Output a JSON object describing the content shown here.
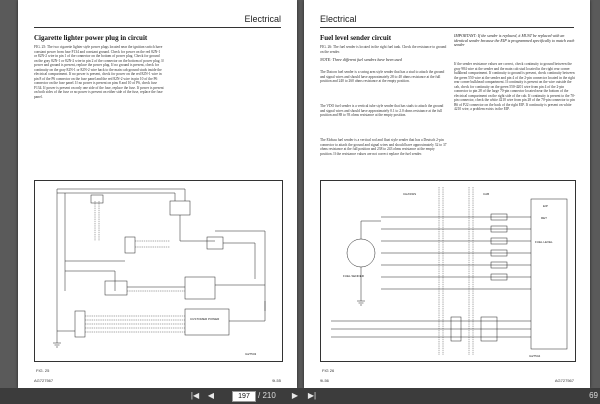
{
  "left_page": {
    "header": "Electrical",
    "title": "Cigarette lighter power plug in circuit",
    "body": "FIG. 25: The two cigarette lighter style power plugs located near the ignition switch have constant power from fuse F134 and constant ground. Check for power on the red 82N-1 or 82N-2 wire in pin 1 of the connector on the bottom of power plug. Check for ground on the gray 82N-1 or 82N-2 wire in pin 2 of the connector on the bottom of power plug. If power and ground is present, replace the power plug. If no ground is present, check for continuity on the gray 82N-1 or 82N-2 wire back to the main cab ground studs inside the electrical compartment. If no power is present, check for power on the red 82N-1 wire in pin 8 of the P6 connector on the fuse panel and the red 82N-2 wire in pin 10 of the P6 connector on the fuse panel. If no power is present on pins 8 and 10 of P6, check fuse F134. If power is present on only one side of the fuse, replace the fuse. If power is present on both sides of the fuse or no power is present on either side of the fuse, replace the fuse panel.",
    "diagram_label": "CUSTOMER POWER",
    "fig_label": "FIG. 25",
    "code": "AG727567",
    "page_num": "9i-55"
  },
  "right_page": {
    "header": "Electrical",
    "title": "Fuel level sender circuit",
    "body1": "FIG. 26: The fuel sender is located in the right fuel tank. Check the resistance to ground on the sender.",
    "note1": "NOTE: Three different fuel senders have been used",
    "body2": "The Datcon fuel sender is a swing arm style sender that has a stud to attach the ground and signal wires and should have approximately 28 to 40 ohms resistance at the full position and 240 to 260 ohms resistance at the empty position.",
    "body3": "The VDO fuel sender is a vertical tube style sender that has studs to attach the ground and signal wires and should have approximately 0.1 to 2.0 ohms resistance at the full position and 88 to 93 ohms resistance at the empty position.",
    "body4": "The Elobau fuel sender is a vertical rod and float style sender that has a Deutsch 2-pin connector to attach the ground and signal wires and should have approximately 32 to 37 ohms resistance at the full position and 238 to 243 ohms resistance at the empty position. If the resistance values are not correct replace the fuel sender.",
    "important": "IMPORTANT: If the sender is replaced, it MUST be replaced with an identical sender because the EIP is programmed specifically to match each sender",
    "body5": "If the sender resistance values are correct, check continuity to ground between the gray 984 wire at the sender and the main cab stud located in the right rear corner bulkhead compartment. If continuity to ground is present, check continuity between the green 550 wire at the sender and pin 4 of the 2-pin connector located in the right rear corner bulkhead compartment. If continuity is present on the wire outside the cab, check for continuity on the green 550-4201 wire from pin 4 of the 2-pin connector to pin 28 of the large 70-pin connector located near the bottom of the electrical compartment on the right side of the cab. If continuity is present to the 70-pin connector, check the white 4210 wire from pin 28 of the 70-pin connector to pin B6 of P22 connector on the back of the right EIP. If continuity is present on white 4210 wire, a problem exists in the EIP.",
    "diagram_labels": {
      "chassis": "CHASSIS",
      "cab": "CAB",
      "eip": "EIP",
      "ret": "RET",
      "fuel_level": "FUEL LEVEL",
      "fuel_sender": "FUEL SENDER"
    },
    "fig_label": "FIG 26",
    "code": "AG727567",
    "page_num": "9i-56"
  },
  "toolbar": {
    "page_input": "197",
    "page_total": "/ 210",
    "zoom": "69"
  }
}
